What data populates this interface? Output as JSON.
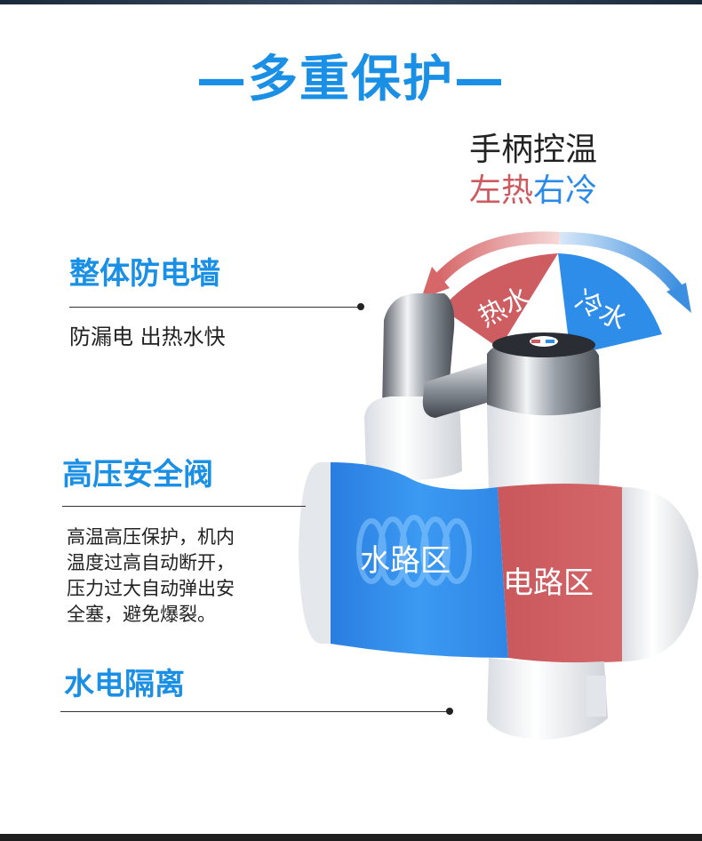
{
  "header": {
    "dash_left": "—",
    "title": "多重保护",
    "dash_right": "—"
  },
  "handle": {
    "title": "手柄控温",
    "hot_text": "左热",
    "cold_text": "右冷",
    "dial_hot": "热水",
    "dial_cold": "冷水"
  },
  "features": [
    {
      "title": "整体防电墙",
      "desc": [
        "防漏电 出热水快"
      ]
    },
    {
      "title": "高压安全阀",
      "desc": [
        "高温高压保护，机内",
        "温度过高自动断开，",
        "压力过大自动弹出安",
        "全塞，避免爆裂。"
      ]
    },
    {
      "title": "水电隔离",
      "desc": []
    }
  ],
  "body_labels": {
    "water_zone": "水路区",
    "power_zone": "电路区"
  },
  "colors": {
    "accent_blue": "#1a8fe6",
    "hot_red": "#cc5a5e",
    "cold_blue": "#2b8ae8"
  }
}
